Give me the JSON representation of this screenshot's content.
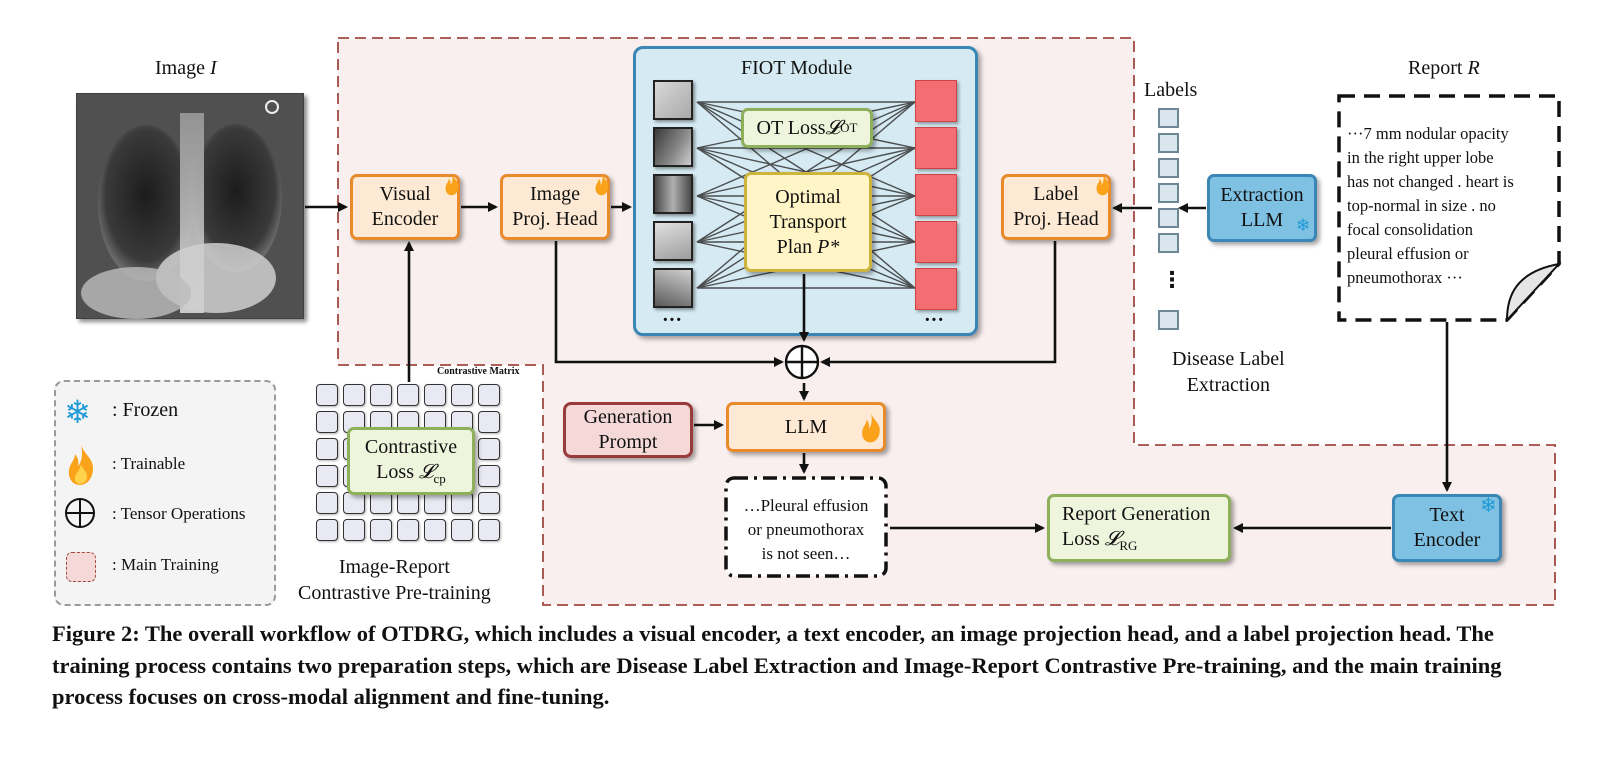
{
  "image_block": {
    "title": "Image ",
    "title_var": "I"
  },
  "report_block": {
    "title": "Report ",
    "title_var": "R",
    "lines": [
      "···7 mm nodular opacity",
      "in the right upper lobe",
      "has not changed . heart is",
      "top-normal in size . no",
      "focal consolidation",
      "pleural effusion or",
      "pneumothorax ···"
    ]
  },
  "visual_encoder": {
    "line1": "Visual",
    "line2": "Encoder"
  },
  "image_proj_head": {
    "line1": "Image",
    "line2": "Proj. Head"
  },
  "label_proj_head": {
    "line1": "Label",
    "line2": "Proj. Head"
  },
  "fiot": {
    "title": "FIOT Module",
    "ot_loss": "OT Loss ",
    "ot_loss_sym": "𝓛",
    "ot_loss_sub": "OT",
    "plan_line1": "Optimal",
    "plan_line2": "Transport",
    "plan_line3": "Plan ",
    "plan_var": "P*",
    "dots_left": "···",
    "dots_right": "···"
  },
  "extraction_llm": {
    "line1": "Extraction",
    "line2": "LLM"
  },
  "labels": {
    "title": "Labels",
    "dots": "⋮",
    "caption_line1": "Disease Label",
    "caption_line2": "Extraction"
  },
  "contrastive": {
    "matrix_title": "Contrastive Matrix",
    "loss_line1": "Contrastive",
    "loss_line2": "Loss ",
    "loss_sym": "𝓛",
    "loss_sub": "cp",
    "caption_line1": "Image-Report",
    "caption_line2": "Contrastive Pre-training"
  },
  "generation_prompt": {
    "line1": "Generation",
    "line2": "Prompt"
  },
  "llm": {
    "label": "LLM"
  },
  "output_text": {
    "line1": "…Pleural effusion",
    "line2": "or pneumothorax",
    "line3": "is not seen…"
  },
  "report_loss": {
    "line1": "Report Generation",
    "line2": "Loss ",
    "sym": "𝓛",
    "sub": "RG"
  },
  "text_encoder": {
    "line1": "Text",
    "line2": "Encoder"
  },
  "legend": {
    "frozen": ": Frozen",
    "trainable": ": Trainable",
    "tensor_ops": ": Tensor Operations",
    "main_training": ": Main Training"
  },
  "caption": "Figure 2: The overall workflow of OTDRG, which includes a visual encoder, a text encoder, an image projection head, and a label projection head. The training process contains two preparation steps, which are Disease Label Extraction and Image-Report Contrastive Pre-training, and the main training process focuses on cross-modal alignment and fine-tuning.",
  "colors": {
    "trainable_fill": "#fde9d4",
    "trainable_border": "#e98a2c",
    "frozen_fill": "#7fc1e2",
    "frozen_border": "#3a86b4",
    "loss_fill": "#eef5dc",
    "loss_border": "#8fb05a",
    "main_training_region": "#f9efef",
    "main_training_border": "#a04a42",
    "fiot_fill": "#d5eaf3"
  }
}
